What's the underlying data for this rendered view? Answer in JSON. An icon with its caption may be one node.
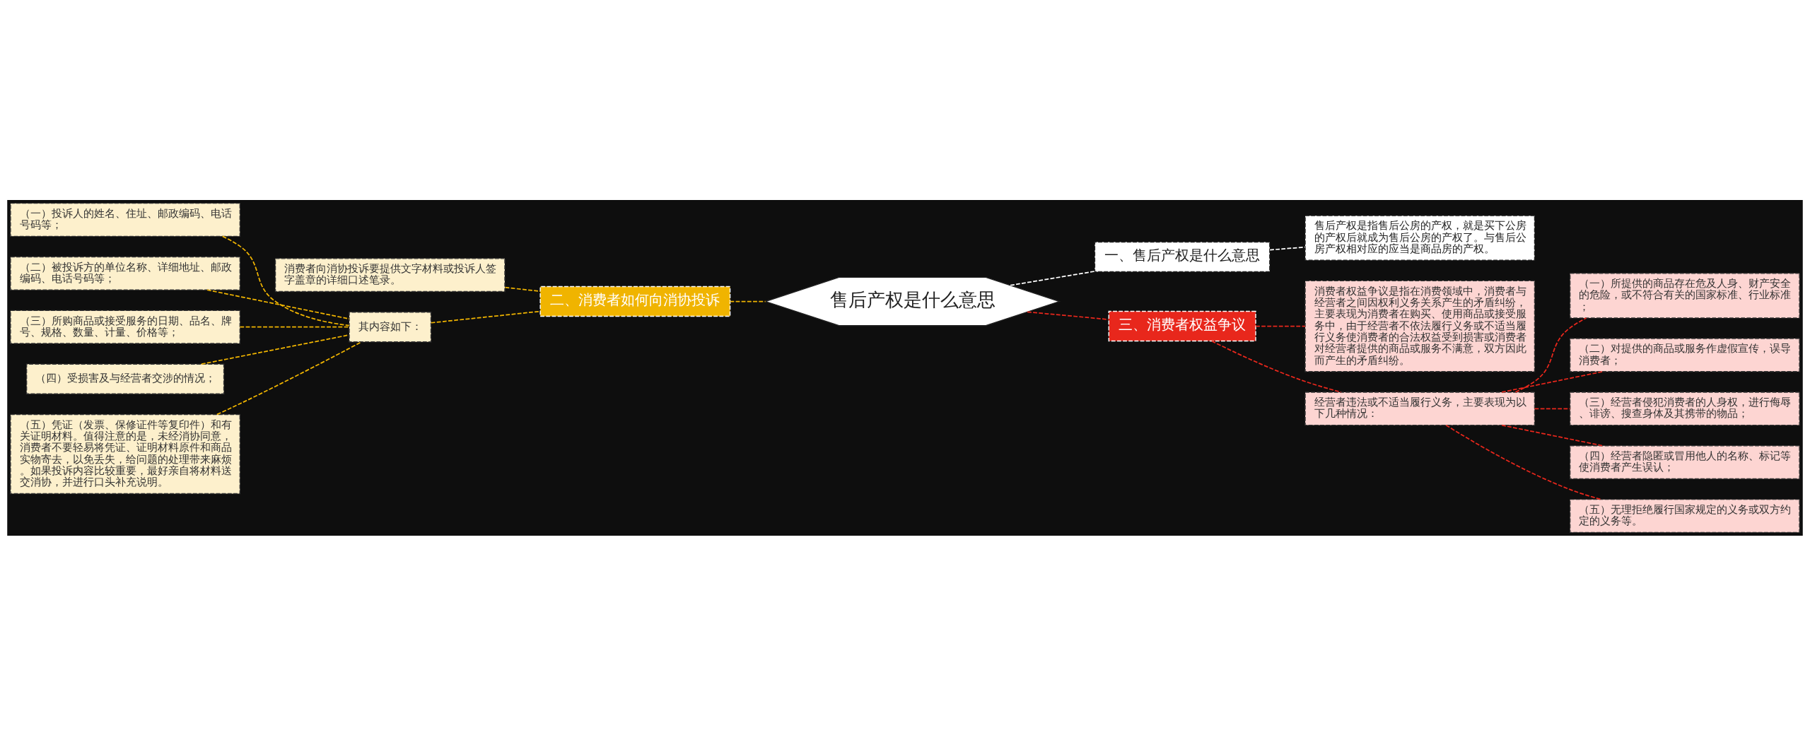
{
  "diagram": {
    "nodes": [
      {
        "text": [
          "售后产权是什么意思"
        ]
      },
      {
        "text": [
          "一、售后产权是什么意思"
        ]
      },
      {
        "text": [
          "售后产权是指售后公房的产权，就是买下公房的产权后就成为售后公房的产权了。与售后公房产权相对应的应当是商品房的产权。"
        ]
      },
      {
        "text": [
          "三、消费者权益争议"
        ]
      },
      {
        "text": [
          "消费者权益争议是指在消费领域中，消费者与经营者之间因权利义务关系产生的矛盾纠纷，主要表现为消费者在购买、使用商品或接受服务中，由于经营者不依法履行义务或不适当履行义务使消费者的合法权益受到损害或消费者对经营者提供的商品或服务不满意，双方因此而产生的矛盾纠纷。"
        ]
      },
      {
        "text": [
          "经营者违法或不适当履行义务，主要表现为以下几种情况："
        ]
      },
      {
        "text": [
          "（一）所提供的商品存在危及人身、财产安全的危险，或不符合有关的国家标准、行业标准；"
        ]
      },
      {
        "text": [
          "（二）对提供的商品或服务作虚假宣传，误导消费者；"
        ]
      },
      {
        "text": [
          "（三）经营者侵犯消费者的人身权，进行侮辱、诽谤、搜查身体及其携带的物品；"
        ]
      },
      {
        "text": [
          "（四）经营者隐匿或冒用他人的名称、标记等使消费者产生误认；"
        ]
      },
      {
        "text": [
          "（五）无理拒绝履行国家规定的义务或双方约定的义务等。"
        ]
      },
      {
        "text": [
          "二、消费者如何向消协投诉"
        ]
      },
      {
        "text": [
          "消费者向消协投诉要提供文字材料或投诉人签字盖章的详细口述笔录。"
        ]
      },
      {
        "text": [
          "其内容如下："
        ]
      },
      {
        "text": [
          "（一）投诉人的姓名、住址、邮政编码、电话号码等；"
        ]
      },
      {
        "text": [
          "（二）被投诉方的单位名称、详细地址、邮政编码、电话号码等；"
        ]
      },
      {
        "text": [
          "（三）所购商品或接受服务的日期、品名、牌号、规格、数量、计量、价格等；"
        ]
      },
      {
        "text": [
          "（四）受损害及与经营者交涉的情况；"
        ]
      },
      {
        "text": [
          "（五）凭证（发票、保修证件等复印件）和有关证明材料。值得注意的是，未经消协同意，消费者不要轻易将凭证、证明材料原件和商品实物寄去，以免丢失，给问题的处理带来麻烦。如果投诉内容比较重要，最好亲自将材料送交消协，并进行口头补充说明。"
        ]
      }
    ],
    "edges": [
      {
        "from": 0,
        "to": 1,
        "arrow": "none",
        "style": "dashed",
        "color": "#ffffff"
      },
      {
        "from": 1,
        "to": 2,
        "arrow": "none",
        "style": "dashed",
        "color": "#ffffff"
      },
      {
        "from": 0,
        "to": 3,
        "arrow": "none",
        "style": "dashed",
        "color": "#e8271c"
      },
      {
        "from": 3,
        "to": 4,
        "arrow": "none",
        "style": "dashed",
        "color": "#e8271c"
      },
      {
        "from": 3,
        "to": 5,
        "arrow": "none",
        "style": "dashed",
        "color": "#e8271c"
      },
      {
        "from": 5,
        "to": 6,
        "arrow": "none",
        "style": "dashed",
        "color": "#e8271c"
      },
      {
        "from": 5,
        "to": 7,
        "arrow": "none",
        "style": "dashed",
        "color": "#e8271c"
      },
      {
        "from": 5,
        "to": 8,
        "arrow": "none",
        "style": "dashed",
        "color": "#e8271c"
      },
      {
        "from": 5,
        "to": 9,
        "arrow": "none",
        "style": "dashed",
        "color": "#e8271c"
      },
      {
        "from": 5,
        "to": 10,
        "arrow": "none",
        "style": "dashed",
        "color": "#e8271c"
      },
      {
        "from": 0,
        "to": 11,
        "arrow": "none",
        "style": "dashed",
        "color": "#f0b400"
      },
      {
        "from": 11,
        "to": 12,
        "arrow": "none",
        "style": "dashed",
        "color": "#f0b400"
      },
      {
        "from": 11,
        "to": 13,
        "arrow": "none",
        "style": "dashed",
        "color": "#f0b400"
      },
      {
        "from": 13,
        "to": 14,
        "arrow": "none",
        "style": "dashed",
        "color": "#f0b400"
      },
      {
        "from": 13,
        "to": 15,
        "arrow": "none",
        "style": "dashed",
        "color": "#f0b400"
      },
      {
        "from": 13,
        "to": 16,
        "arrow": "none",
        "style": "dashed",
        "color": "#f0b400"
      },
      {
        "from": 13,
        "to": 17,
        "arrow": "none",
        "style": "dashed",
        "color": "#f0b400"
      },
      {
        "from": 13,
        "to": 18,
        "arrow": "none",
        "style": "dashed",
        "color": "#f0b400"
      }
    ]
  }
}
